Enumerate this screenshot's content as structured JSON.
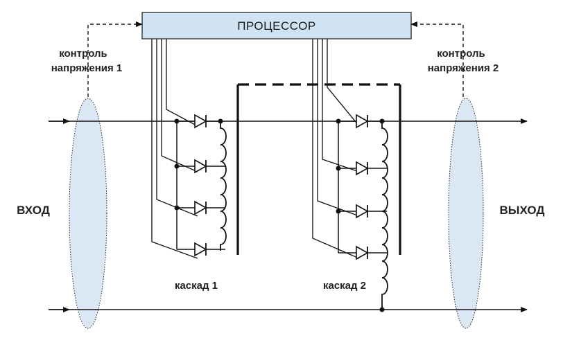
{
  "processor": {
    "label": "ПРОЦЕССОР"
  },
  "voltage_control": {
    "input": {
      "line1": "контроль",
      "line2": "напряжения 1"
    },
    "output": {
      "line1": "контроль",
      "line2": "напряжения 2"
    }
  },
  "sides": {
    "input": "ВХОД",
    "output": "ВЫХОД"
  },
  "stages": [
    {
      "label": "каскад 1"
    },
    {
      "label": "каскад 2"
    }
  ],
  "colors": {
    "processor_fill": "#cfe3f2",
    "ellipse_fill": "#d9e8f4",
    "line": "#111111"
  }
}
